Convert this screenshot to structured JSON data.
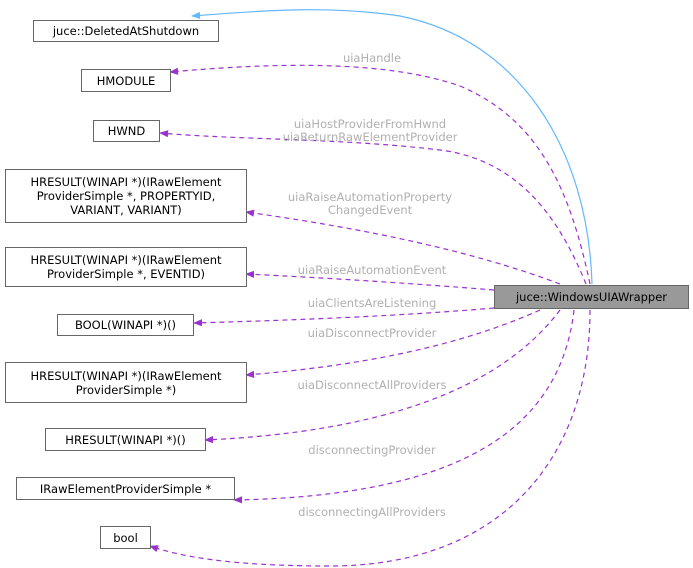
{
  "colors": {
    "inheritance_edge": "#63b8ff",
    "member_edge": "#9a32cd",
    "label_text": "#b0b0b0",
    "focus_fill": "#999999",
    "node_border": "#666666"
  },
  "nodes": {
    "wrapper": "juce::WindowsUIAWrapper",
    "deleted_at_shutdown": "juce::DeletedAtShutdown",
    "hmodule": "HMODULE",
    "hwnd": "HWND",
    "hresult_property": "HRESULT(WINAPI *)(IRawElement\nProviderSimple *, PROPERTYID,\nVARIANT, VARIANT)",
    "hresult_event": "HRESULT(WINAPI *)(IRawElement\nProviderSimple *, EVENTID)",
    "bool_fn": "BOOL(WINAPI *)()",
    "hresult_provider": "HRESULT(WINAPI *)(IRawElement\nProviderSimple *)",
    "hresult_void": "HRESULT(WINAPI *)()",
    "raw_provider_ptr": "IRawElementProviderSimple *",
    "bool": "bool"
  },
  "edge_labels": {
    "uia_handle": "uiaHandle",
    "host_return": "uiaHostProviderFromHwnd\nuiaReturnRawElementProvider",
    "raise_property": "uiaRaiseAutomationProperty\nChangedEvent",
    "raise_event": "uiaRaiseAutomationEvent",
    "clients_listening": "uiaClientsAreListening",
    "disconnect_provider": "uiaDisconnectProvider",
    "disconnect_all": "uiaDisconnectAllProviders",
    "disconnecting_provider": "disconnectingProvider",
    "disconnecting_all": "disconnectingAllProviders"
  }
}
